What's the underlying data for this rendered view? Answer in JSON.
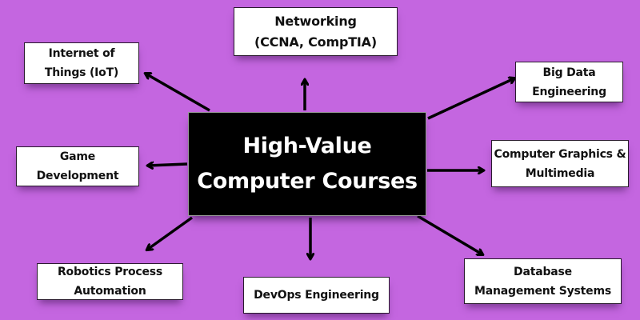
{
  "diagram": {
    "background_color": "#c466e0",
    "center": {
      "line1": "High-Value",
      "line2": "Computer Courses",
      "fill": "#000000",
      "text_color": "#ffffff"
    },
    "nodes": [
      {
        "id": "networking",
        "line1": "Networking",
        "line2": "(CCNA, CompTIA)"
      },
      {
        "id": "iot",
        "line1": "Internet of",
        "line2": "Things (IoT)"
      },
      {
        "id": "big-data",
        "line1": "Big Data",
        "line2": "Engineering"
      },
      {
        "id": "game-dev",
        "line1": "Game",
        "line2": "Development"
      },
      {
        "id": "graphics",
        "line1": "Computer Graphics &",
        "line2": "Multimedia"
      },
      {
        "id": "rpa",
        "line1": "Robotics Process",
        "line2": "Automation"
      },
      {
        "id": "devops",
        "line1": "DevOps Engineering",
        "line2": ""
      },
      {
        "id": "dbms",
        "line1": "Database",
        "line2": "Management Systems"
      }
    ],
    "arrow_color": "#000000"
  }
}
